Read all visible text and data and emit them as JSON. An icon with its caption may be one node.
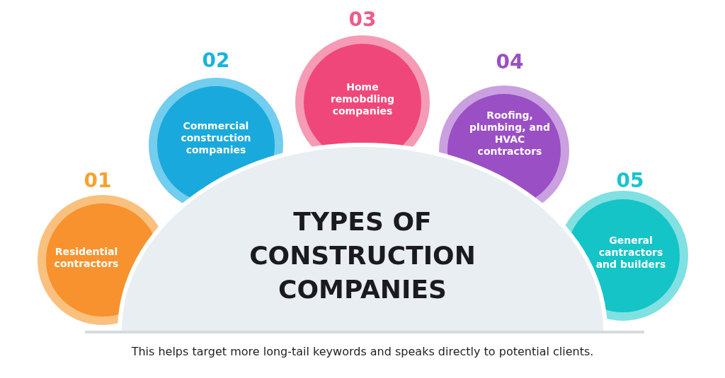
{
  "diagram": {
    "caption": "This helps target more long-tail keywords and speaks directly to potential clients.",
    "nodes": [
      {
        "text": [
          "Residential contractors"
        ],
        "beside": [
          "01"
        ]
      },
      {
        "text": [
          "Commercial construction companies"
        ],
        "beside": [
          "02"
        ]
      },
      {
        "text": [
          "Home remobdling companies"
        ],
        "beside": [
          "03"
        ]
      },
      {
        "text": [
          "Roofing, plumbing, and HVAC contractors"
        ],
        "beside": [
          "04"
        ]
      },
      {
        "text": [
          "General cantractors and builders"
        ],
        "beside": [
          "05"
        ]
      },
      {
        "text": [
          "TYPES OF CONSTRUCTION COMPANIES"
        ]
      }
    ],
    "edges": []
  }
}
